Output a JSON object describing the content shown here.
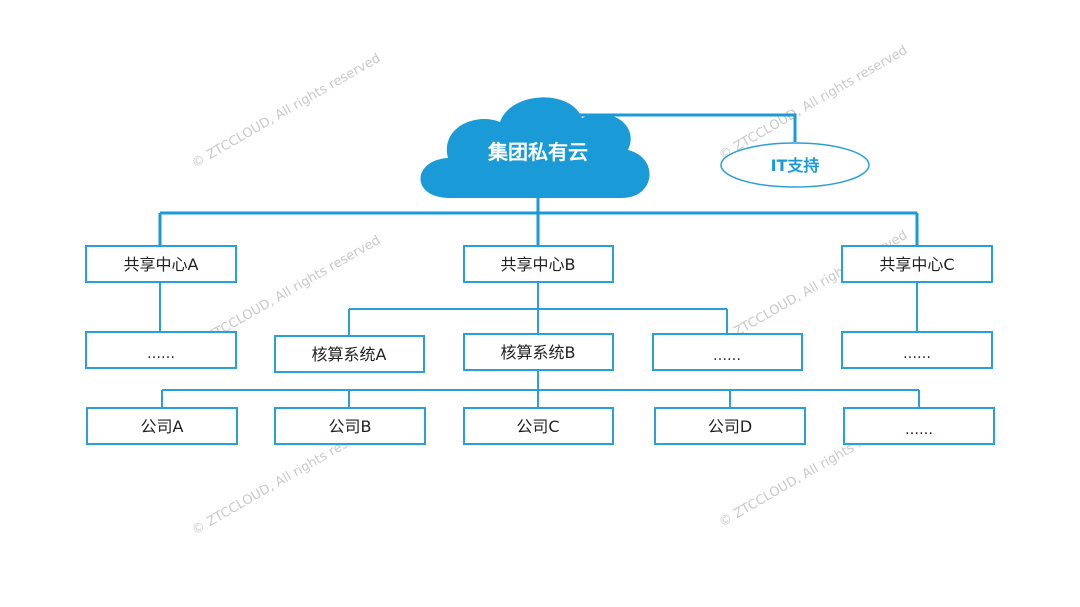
{
  "colors": {
    "primary": "#1a9ad6",
    "cloud": "#1a9ad6",
    "cloud_text": "#ffffff",
    "box_border": "#2aa0d8",
    "box_text": "#222222",
    "it_text": "#1a9ad6",
    "watermark": "#c7c7c7"
  },
  "cloud": {
    "label": "集团私有云"
  },
  "it_support": {
    "label": "IT支持"
  },
  "shared_centers": [
    {
      "label": "共享中心A"
    },
    {
      "label": "共享中心B"
    },
    {
      "label": "共享中心C"
    }
  ],
  "row3": [
    {
      "label": "……"
    },
    {
      "label": "核算系统A"
    },
    {
      "label": "核算系统B"
    },
    {
      "label": "……"
    },
    {
      "label": "……"
    }
  ],
  "companies": [
    {
      "label": "公司A"
    },
    {
      "label": "公司B"
    },
    {
      "label": "公司C"
    },
    {
      "label": "公司D"
    },
    {
      "label": "……"
    }
  ],
  "watermark": {
    "text": "© ZTCCLOUD, All rights reserved"
  }
}
